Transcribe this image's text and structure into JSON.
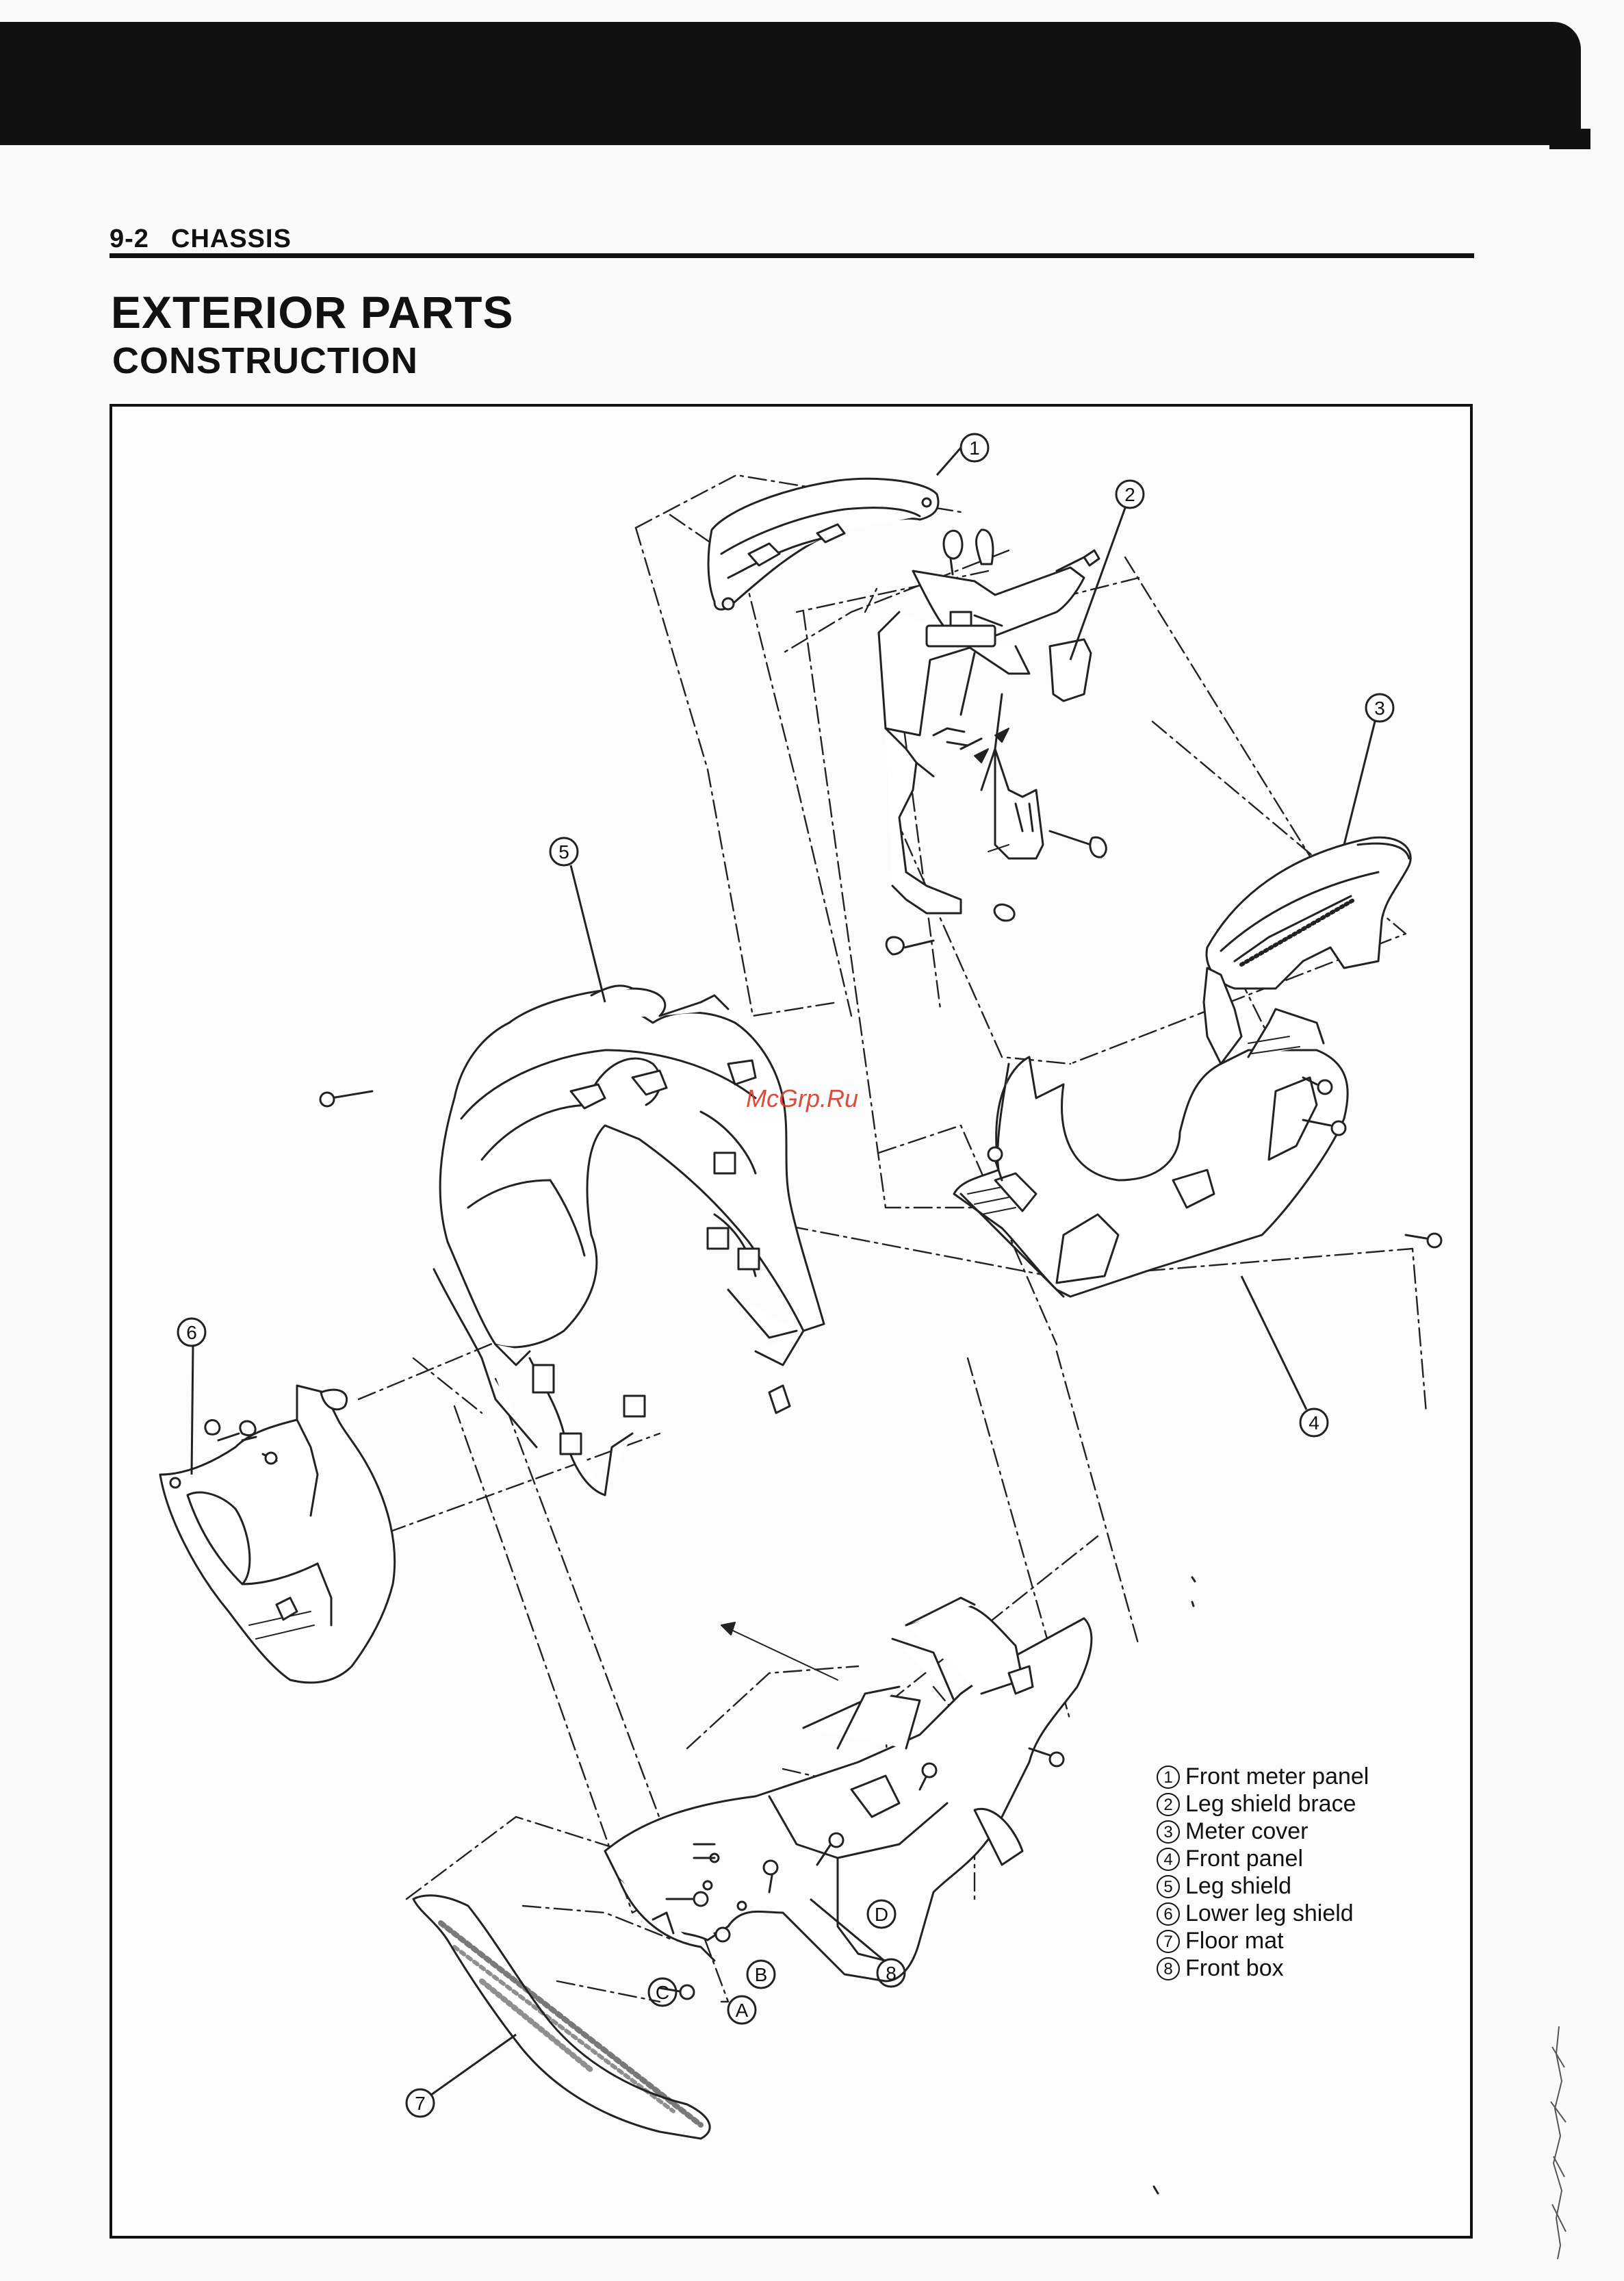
{
  "header": {
    "page_number": "9-2",
    "section": "CHASSIS"
  },
  "title": "EXTERIOR PARTS",
  "subtitle": "CONSTRUCTION",
  "watermark": "McGrp.Ru",
  "callouts": {
    "c1": "1",
    "c2": "2",
    "c3": "3",
    "c4": "4",
    "c5": "5",
    "c6": "6",
    "c7": "7",
    "c8": "8",
    "cA": "A",
    "cB": "B",
    "cC": "C",
    "cD": "D"
  },
  "legend": {
    "items": [
      {
        "num": "1",
        "label": "Front meter panel"
      },
      {
        "num": "2",
        "label": "Leg shield brace"
      },
      {
        "num": "3",
        "label": "Meter cover"
      },
      {
        "num": "4",
        "label": "Front panel"
      },
      {
        "num": "5",
        "label": "Leg shield"
      },
      {
        "num": "6",
        "label": "Lower leg shield"
      },
      {
        "num": "7",
        "label": "Floor mat"
      },
      {
        "num": "8",
        "label": "Front box"
      }
    ]
  }
}
